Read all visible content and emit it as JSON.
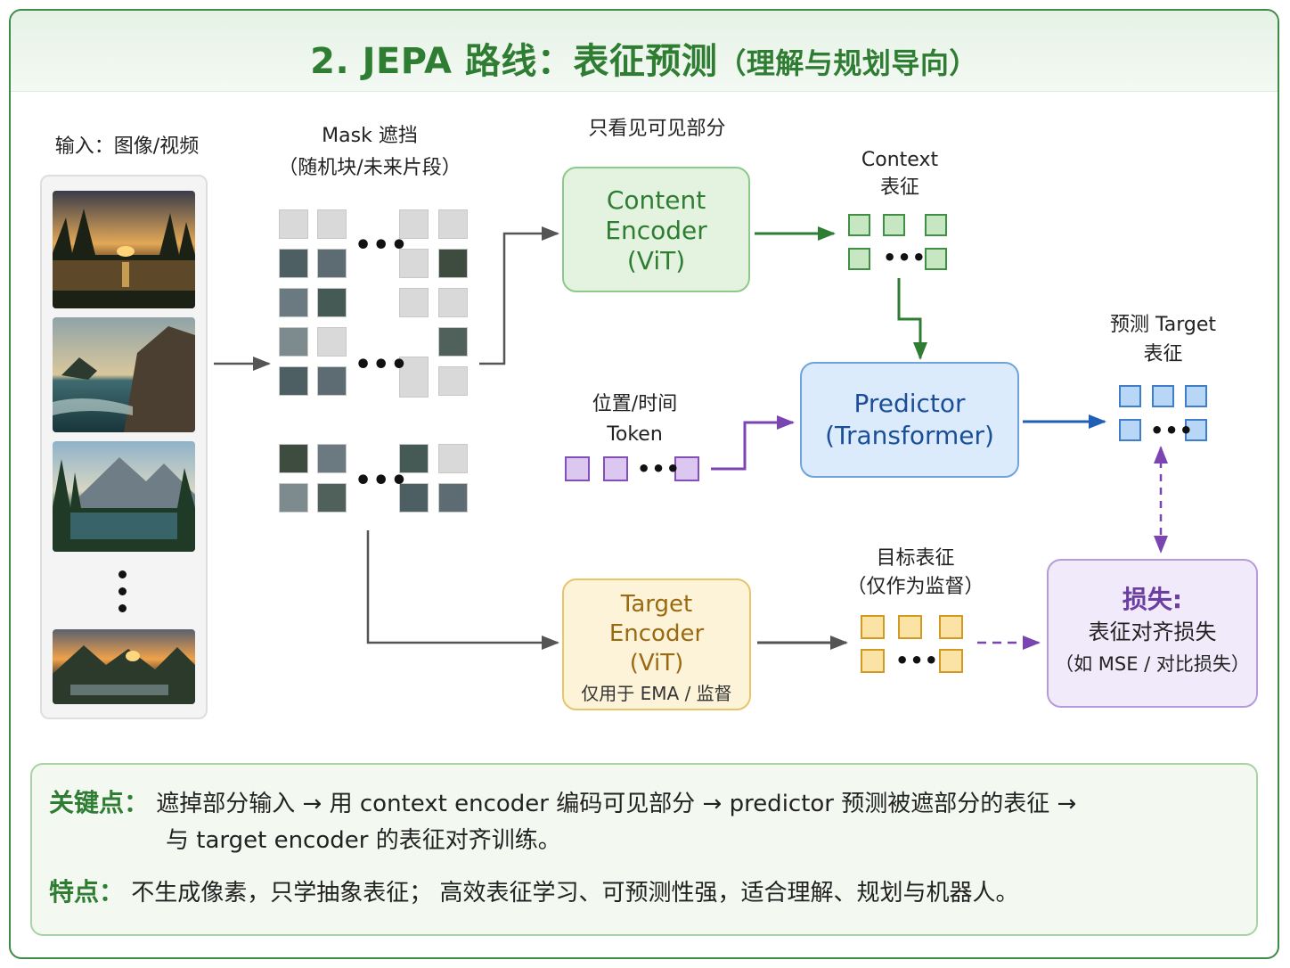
{
  "title": {
    "main": "2. JEPA 路线：表征预测",
    "sub": "（理解与规划导向）"
  },
  "input": {
    "label": "输入：图像/视频"
  },
  "mask": {
    "line1": "Mask 遮挡",
    "line2": "（随机块/未来片段）"
  },
  "visible_only": "只看见可见部分",
  "content_encoder": {
    "line1": "Content",
    "line2": "Encoder",
    "line3": "(ViT)"
  },
  "context_repr": {
    "line1": "Context",
    "line2": "表征"
  },
  "position_token": {
    "line1": "位置/时间",
    "line2": "Token"
  },
  "predictor": {
    "line1": "Predictor",
    "line2": "(Transformer)"
  },
  "predicted_target": {
    "line1": "预测 Target",
    "line2": "表征"
  },
  "target_encoder": {
    "line1": "Target",
    "line2": "Encoder",
    "line3": "(ViT)",
    "note": "仅用于 EMA / 监督"
  },
  "target_repr": {
    "line1": "目标表征",
    "line2": "（仅作为监督）"
  },
  "loss": {
    "title": "损失:",
    "line1": "表征对齐损失",
    "line2": "（如 MSE / 对比损失）"
  },
  "key_points": {
    "label": "关键点：",
    "line1": "遮掉部分输入 → 用 context encoder 编码可见部分 → predictor 预测被遮部分的表征 →",
    "line2": "与 target encoder 的表征对齐训练。"
  },
  "features": {
    "label": "特点：",
    "text": "不生成像素，只学抽象表征；  高效表征学习、可预测性强，适合理解、规划与机器人。"
  },
  "ellipsis": "•••",
  "colors": {
    "green": "#2e7d32",
    "blue": "#1a4f98",
    "purple": "#6a3fa0",
    "gold": "#9a6a10"
  }
}
